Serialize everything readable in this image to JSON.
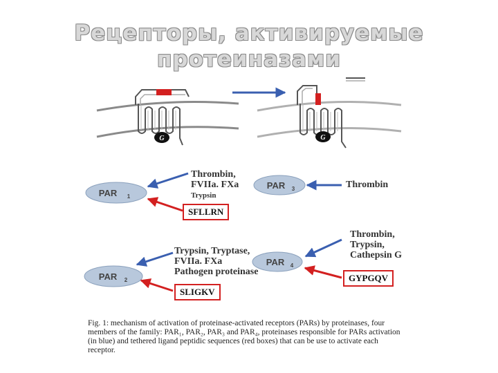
{
  "title": {
    "line1": "Рецепторы, активируемые",
    "line2": "протеиназами"
  },
  "diagram": {
    "g_label": "G",
    "par1": {
      "name": "PAR",
      "sub": "1",
      "agonists": [
        "Thrombin,",
        "FVIIa. FXa"
      ],
      "agonist_small": "Trypsin",
      "sequence": "SFLLRN"
    },
    "par2": {
      "name": "PAR",
      "sub": "2",
      "agonists": [
        "Trypsin, Tryptase,",
        "FVIIa. FXa",
        "Pathogen proteinase"
      ],
      "sequence": "SLIGKV"
    },
    "par3": {
      "name": "PAR",
      "sub": "3",
      "agonists": [
        "Thrombin"
      ]
    },
    "par4": {
      "name": "PAR",
      "sub": "4",
      "agonists": [
        "Thrombin,",
        "Trypsin,",
        "Cathepsin G"
      ],
      "sequence": "GYPGQV"
    }
  },
  "caption": "Fig. 1: mechanism of activation of proteinase-activated receptors (PARs) by proteinases, four members of the family: PAR₁, PAR₂, PAR₃ and PAR₄, proteinases responsible for PARs activation (in blue) and tethered ligand peptidic sequences (red boxes) that can be use to activate each receptor.",
  "colors": {
    "blue_arrow": "#3a5fb0",
    "red_arrow": "#d32020",
    "pill": "#b8c8dc"
  }
}
